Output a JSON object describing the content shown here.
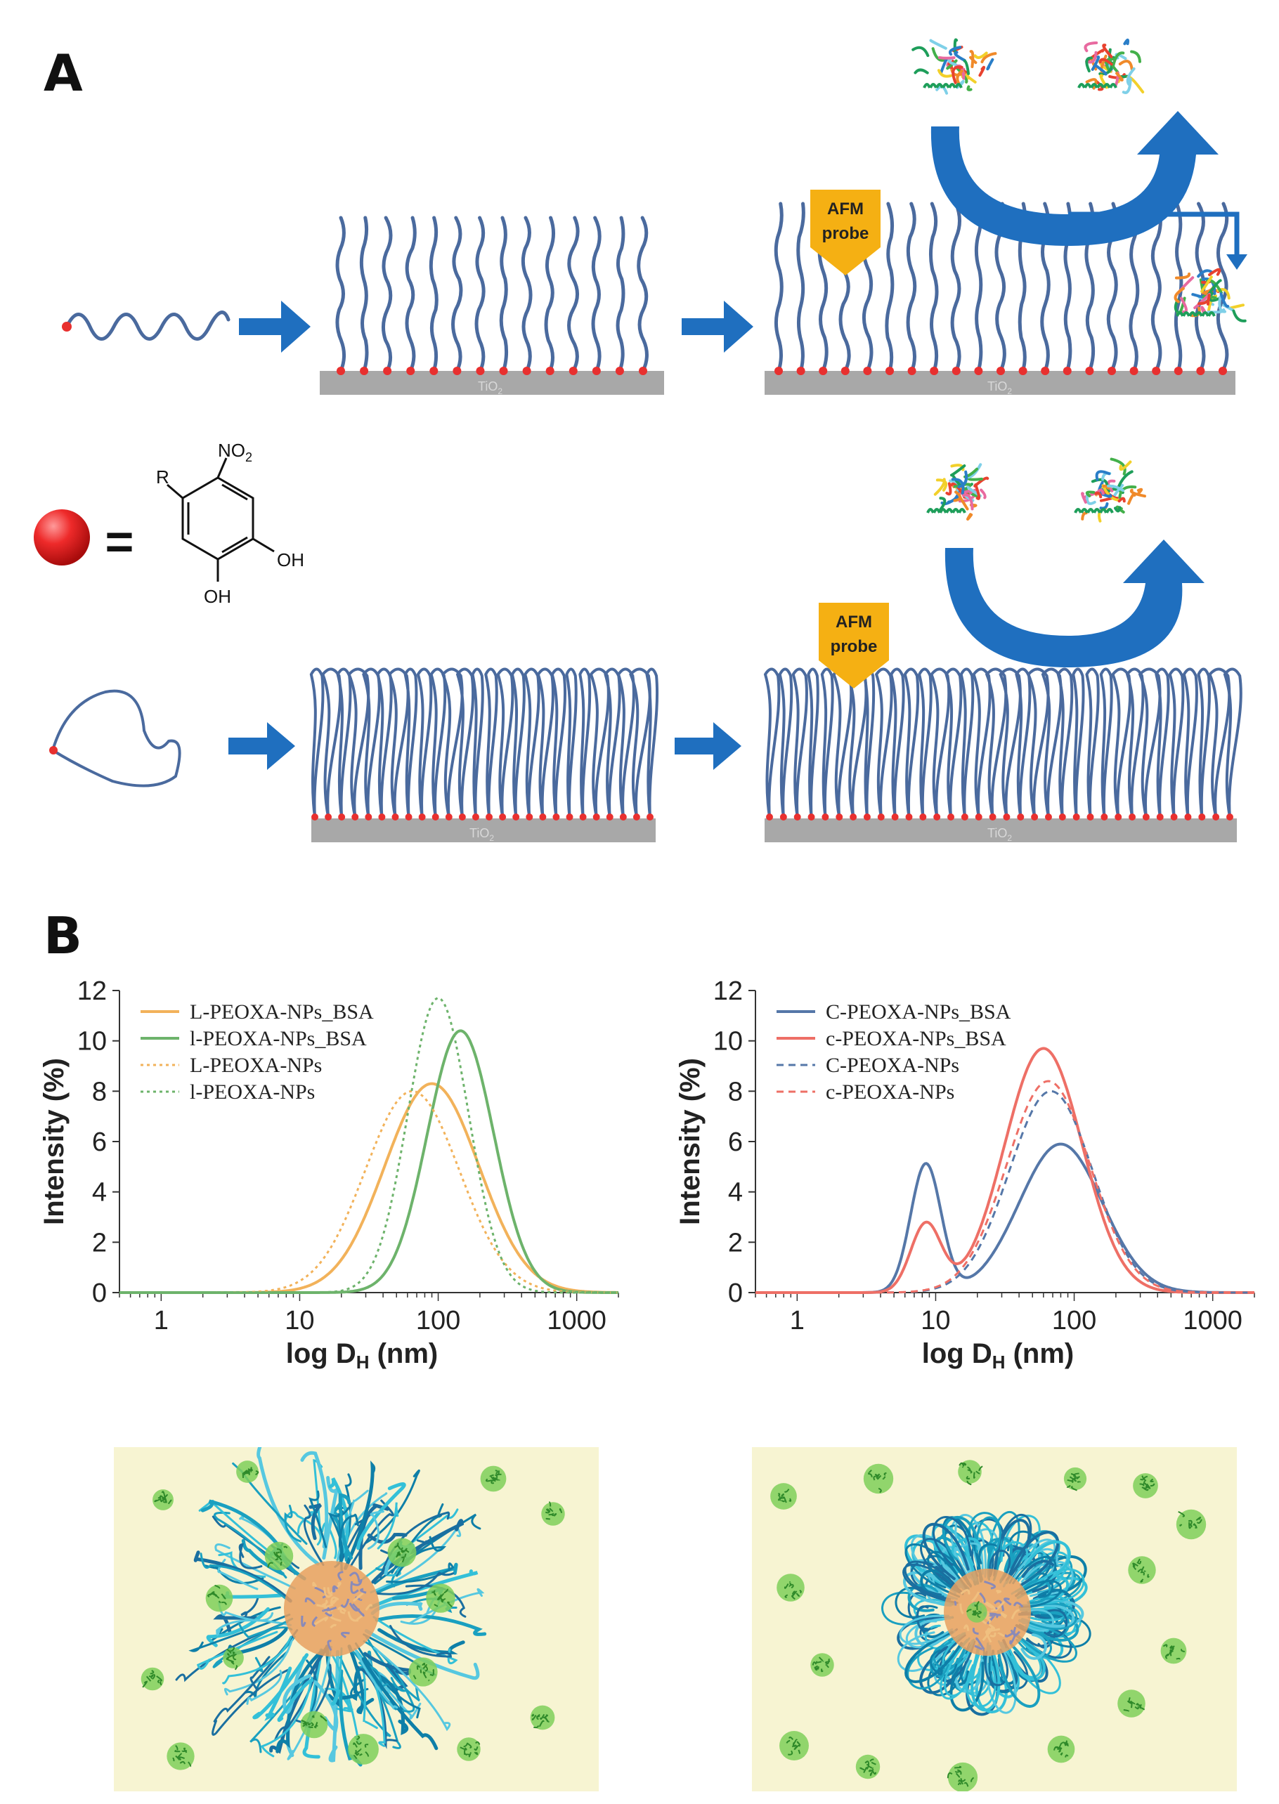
{
  "panel_a": {
    "letter": "A",
    "surface_label": "TiO",
    "surface_sub": "2",
    "probe_line1": "AFM",
    "probe_line2": "probe",
    "equals": "=",
    "chem": {
      "r": "R",
      "no2": "NO",
      "no2_sub": "2",
      "oh1": "OH",
      "oh2": "OH"
    }
  },
  "panel_b": {
    "letter": "B"
  },
  "colors": {
    "polymer": "#4a6a9e",
    "arrow": "#1f6fbf",
    "anchor": "#e8302f",
    "surface": "#a8a8a8",
    "probe": "#f5b013",
    "orange_solid": "#f2b25a",
    "green_solid": "#6db36b",
    "blue_solid": "#5577a8",
    "red_solid": "#ee6f66",
    "np_background": "#f7f4d2"
  },
  "chart_data": [
    {
      "type": "line",
      "xscale": "log",
      "xlabel": "log D",
      "xlabel_sub": "H",
      "xlabel_unit": " (nm)",
      "ylabel": "Intensity (%)",
      "xlim": [
        0.5,
        2000
      ],
      "ylim": [
        0,
        12
      ],
      "xticks": [
        1,
        10,
        100,
        1000
      ],
      "xtick_labels": [
        "1",
        "10",
        "100",
        "1000"
      ],
      "yticks": [
        0,
        2,
        4,
        6,
        8,
        10,
        12
      ],
      "ytick_labels": [
        "0",
        "2",
        "4",
        "6",
        "8",
        "10",
        "12"
      ],
      "legend": "top-left",
      "series": [
        {
          "name": "L-PEOXA-NPs_BSA",
          "color": "#f2b25a",
          "dash": false,
          "peaks": [
            {
              "center": 90,
              "sigma": 0.34,
              "height": 8.3
            }
          ]
        },
        {
          "name": "l-PEOXA-NPs_BSA",
          "color": "#6db36b",
          "dash": false,
          "peaks": [
            {
              "center": 145,
              "sigma": 0.24,
              "height": 10.4
            }
          ]
        },
        {
          "name": "L-PEOXA-NPs",
          "color": "#f2b25a",
          "dash": true,
          "peaks": [
            {
              "center": 65,
              "sigma": 0.34,
              "height": 8.0
            }
          ]
        },
        {
          "name": "l-PEOXA-NPs",
          "color": "#6db36b",
          "dash": true,
          "peaks": [
            {
              "center": 100,
              "sigma": 0.22,
              "height": 11.7
            }
          ]
        }
      ]
    },
    {
      "type": "line",
      "xscale": "log",
      "xlabel": "log D",
      "xlabel_sub": "H",
      "xlabel_unit": " (nm)",
      "ylabel": "Intensity (%)",
      "xlim": [
        0.5,
        2000
      ],
      "ylim": [
        0,
        12
      ],
      "xticks": [
        1,
        10,
        100,
        1000
      ],
      "xtick_labels": [
        "1",
        "10",
        "100",
        "1000"
      ],
      "yticks": [
        0,
        2,
        4,
        6,
        8,
        10,
        12
      ],
      "ytick_labels": [
        "0",
        "2",
        "4",
        "6",
        "8",
        "10",
        "12"
      ],
      "legend": "top-left",
      "series": [
        {
          "name": "C-PEOXA-NPs_BSA",
          "color": "#5577a8",
          "dash": false,
          "peaks": [
            {
              "center": 8.5,
              "sigma": 0.11,
              "height": 5.1
            },
            {
              "center": 80,
              "sigma": 0.3,
              "height": 5.9
            }
          ]
        },
        {
          "name": "c-PEOXA-NPs_BSA",
          "color": "#ee6f66",
          "dash": false,
          "peaks": [
            {
              "center": 8.5,
              "sigma": 0.11,
              "height": 2.7
            },
            {
              "center": 60,
              "sigma": 0.28,
              "height": 9.7
            }
          ]
        },
        {
          "name": "C-PEOXA-NPs",
          "color": "#5577a8",
          "dash": true,
          "peaks": [
            {
              "center": 68,
              "sigma": 0.3,
              "height": 8.0
            }
          ]
        },
        {
          "name": "c-PEOXA-NPs",
          "color": "#ee6f66",
          "dash": true,
          "peaks": [
            {
              "center": 65,
              "sigma": 0.3,
              "height": 8.4
            }
          ]
        }
      ]
    }
  ]
}
